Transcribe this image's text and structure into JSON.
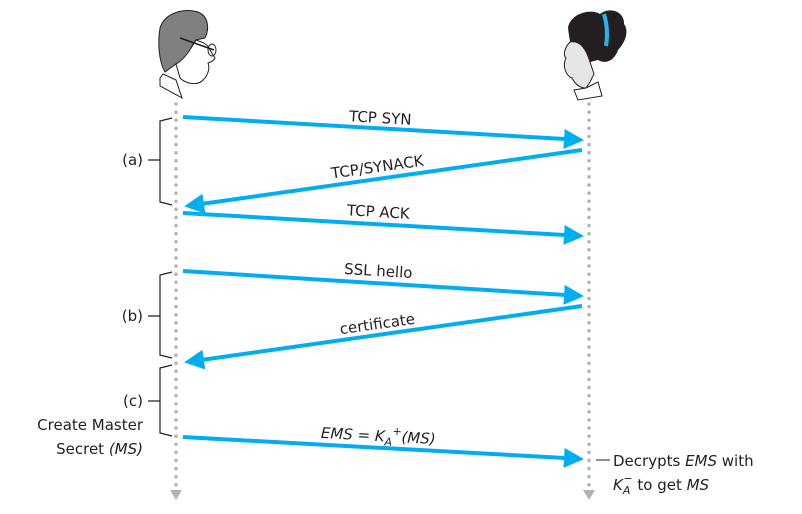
{
  "colors": {
    "message": "#00aeef",
    "lifeline": "#b3b3b3",
    "text": "#231f20",
    "headband": "#2ab3e8"
  },
  "participants": {
    "left": "client-man-with-glasses-icon",
    "right": "server-woman-icon"
  },
  "messages": [
    {
      "label": "TCP SYN",
      "direction": "left-to-right"
    },
    {
      "label": "TCP/SYNACK",
      "direction": "right-to-left"
    },
    {
      "label": "TCP ACK",
      "direction": "left-to-right"
    },
    {
      "label": "SSL hello",
      "direction": "left-to-right"
    },
    {
      "label": "certificate",
      "direction": "right-to-left"
    },
    {
      "label_parts": {
        "lhs": "EMS",
        "eq": " = K",
        "sub": "A",
        "sup": "+",
        "arg": "(MS)"
      },
      "direction": "left-to-right"
    }
  ],
  "phases": [
    {
      "label": "(a)"
    },
    {
      "label": "(b)"
    },
    {
      "label": "(c)"
    }
  ],
  "notes": {
    "create_line1": "Create Master",
    "create_line2_a": "Secret ",
    "create_line2_b": "(MS)",
    "decrypt_line1_a": "Decrypts ",
    "decrypt_line1_b": "EMS",
    "decrypt_line1_c": " with",
    "decrypt_line2_k": "K",
    "decrypt_line2_sub": "A",
    "decrypt_line2_sup": "−",
    "decrypt_line2_a": " to get ",
    "decrypt_line2_b": "MS"
  }
}
